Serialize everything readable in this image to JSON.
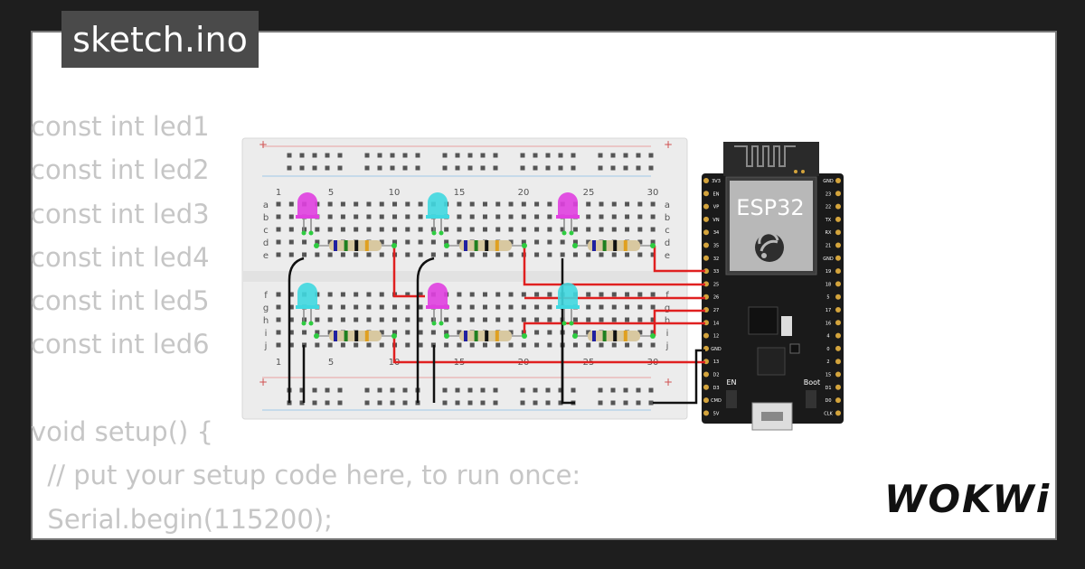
{
  "title": "sketch.ino",
  "code_lines": [
    "const int led1",
    "const int led2",
    "const int led3",
    "const int led4",
    "const int led5",
    "const int led6",
    "",
    "void setup() {",
    "  // put your setup code here, to run once:",
    "  Serial.begin(115200);"
  ],
  "logo": "WOKWi",
  "breadboard": {
    "column_numbers": [
      "1",
      "5",
      "10",
      "15",
      "20",
      "25",
      "30"
    ],
    "row_letters_top": [
      "a",
      "b",
      "c",
      "d",
      "e"
    ],
    "row_letters_bottom": [
      "f",
      "g",
      "h",
      "i",
      "j"
    ],
    "rail_plus": "+",
    "rail_minus": "-"
  },
  "esp32": {
    "label": "ESP32",
    "en_label": "EN",
    "boot_label": "Boot",
    "left_pins": [
      "3V3",
      "EN",
      "VP",
      "VN",
      "34",
      "35",
      "32",
      "33",
      "25",
      "26",
      "27",
      "14",
      "12",
      "GND",
      "13",
      "D2",
      "D3",
      "CMD",
      "5V"
    ],
    "right_pins": [
      "GND",
      "23",
      "22",
      "TX",
      "RX",
      "21",
      "GND",
      "19",
      "18",
      "5",
      "17",
      "16",
      "4",
      "0",
      "2",
      "15",
      "D1",
      "D0",
      "CLK"
    ]
  },
  "leds": [
    {
      "color": "#e040e0",
      "name": "magenta"
    },
    {
      "color": "#40d8e0",
      "name": "cyan"
    },
    {
      "color": "#e040e0",
      "name": "magenta"
    },
    {
      "color": "#40d8e0",
      "name": "cyan"
    },
    {
      "color": "#e040e0",
      "name": "magenta"
    },
    {
      "color": "#40d8e0",
      "name": "cyan"
    }
  ],
  "colors": {
    "wire_red": "#e02020",
    "wire_black": "#111111",
    "board": "#1a1a1a",
    "breadboard": "#ececec"
  }
}
